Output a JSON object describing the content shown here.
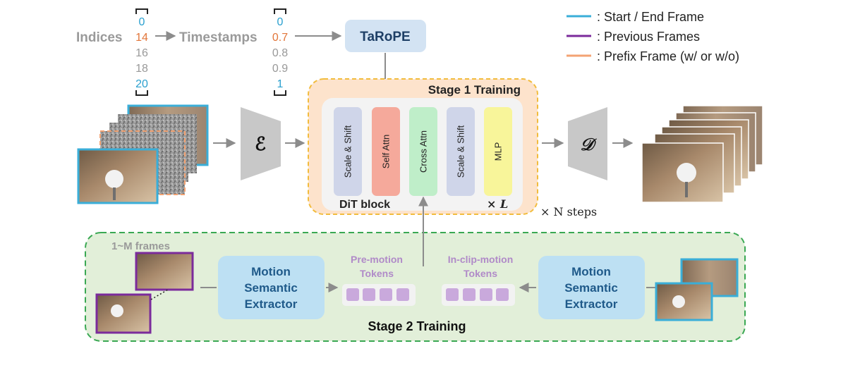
{
  "legend": {
    "start_end": ": Start / End Frame",
    "previous": ": Previous Frames",
    "prefix": ": Prefix Frame (w/ or w/o)",
    "colors": {
      "start_end": "#3aaed8",
      "previous": "#7b2b9b",
      "prefix": "#f3a373"
    }
  },
  "indices": {
    "label": "Indices",
    "values": [
      "0",
      "14",
      "16",
      "18",
      "20"
    ]
  },
  "timestamps": {
    "label": "Timestamps",
    "values": [
      "0",
      "0.7",
      "0.8",
      "0.9",
      "1"
    ]
  },
  "tarope": "TaRoPE",
  "stage1": {
    "title": "Stage 1 Training",
    "dit_label": "DiT block",
    "times_l": "× L",
    "n_steps": "× N steps",
    "blocks": [
      "Scale & Shift",
      "Self Attn",
      "Cross Attn",
      "Scale & Shift",
      "MLP"
    ]
  },
  "encoder_symbol": "ℰ",
  "decoder_symbol": "𝒟",
  "stage2": {
    "title": "Stage 2 Training",
    "frames_label": "1~M frames",
    "extractor_left": [
      "Motion",
      "Semantic",
      "Extractor"
    ],
    "extractor_right": [
      "Motion",
      "Semantic",
      "Extractor"
    ],
    "pre_motion": [
      "Pre-motion",
      "Tokens"
    ],
    "in_clip_motion": [
      "In-clip-motion",
      "Tokens"
    ]
  },
  "colors": {
    "blue_text": "#2aa0cf",
    "orange_text": "#e2763a",
    "gray_text": "#999999",
    "purple_text": "#b08ac8",
    "extractor_text": "#1f5a8a"
  }
}
